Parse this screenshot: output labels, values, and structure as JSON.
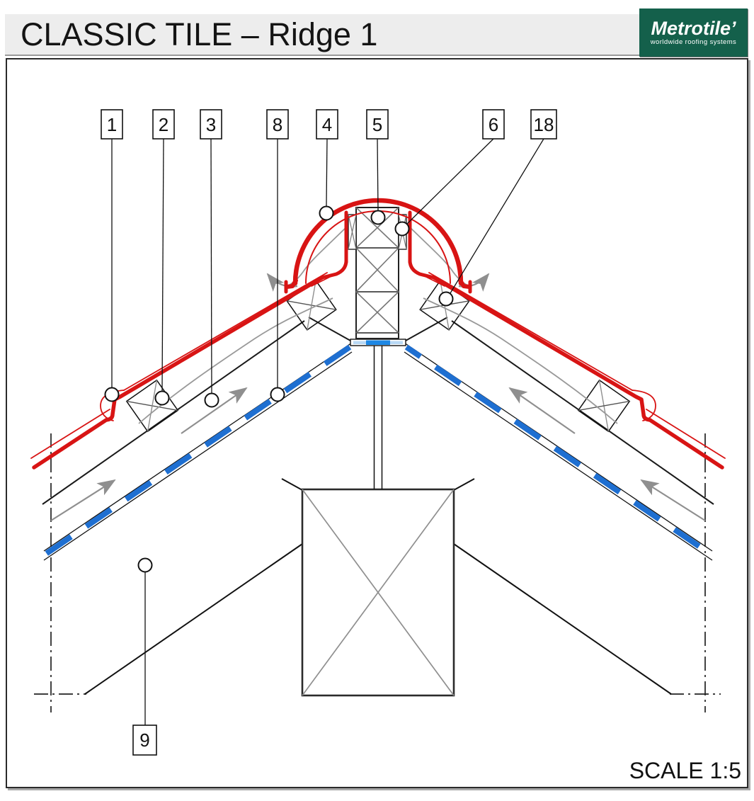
{
  "header": {
    "title": "CLASSIC TILE – Ridge 1",
    "logo_title": "Metrotile",
    "logo_mark": "’",
    "logo_tagline": "worldwide roofing systems"
  },
  "footer": {
    "scale_label": "SCALE 1:5"
  },
  "callouts": {
    "n1": "1",
    "n2": "2",
    "n3": "3",
    "n8": "8",
    "n4": "4",
    "n5": "5",
    "n6": "6",
    "n18": "18",
    "n9": "9"
  },
  "colors": {
    "tile_red": "#d81414",
    "membrane_blue": "#1e6fd1",
    "membrane_blue_bright": "#1e88e5",
    "membrane_blue_pale": "#b9d9f5",
    "vent_gray": "#8f8f8f",
    "line_black": "#1a1a1a",
    "logo_green": "#14604b",
    "header_gray": "#ededed"
  }
}
